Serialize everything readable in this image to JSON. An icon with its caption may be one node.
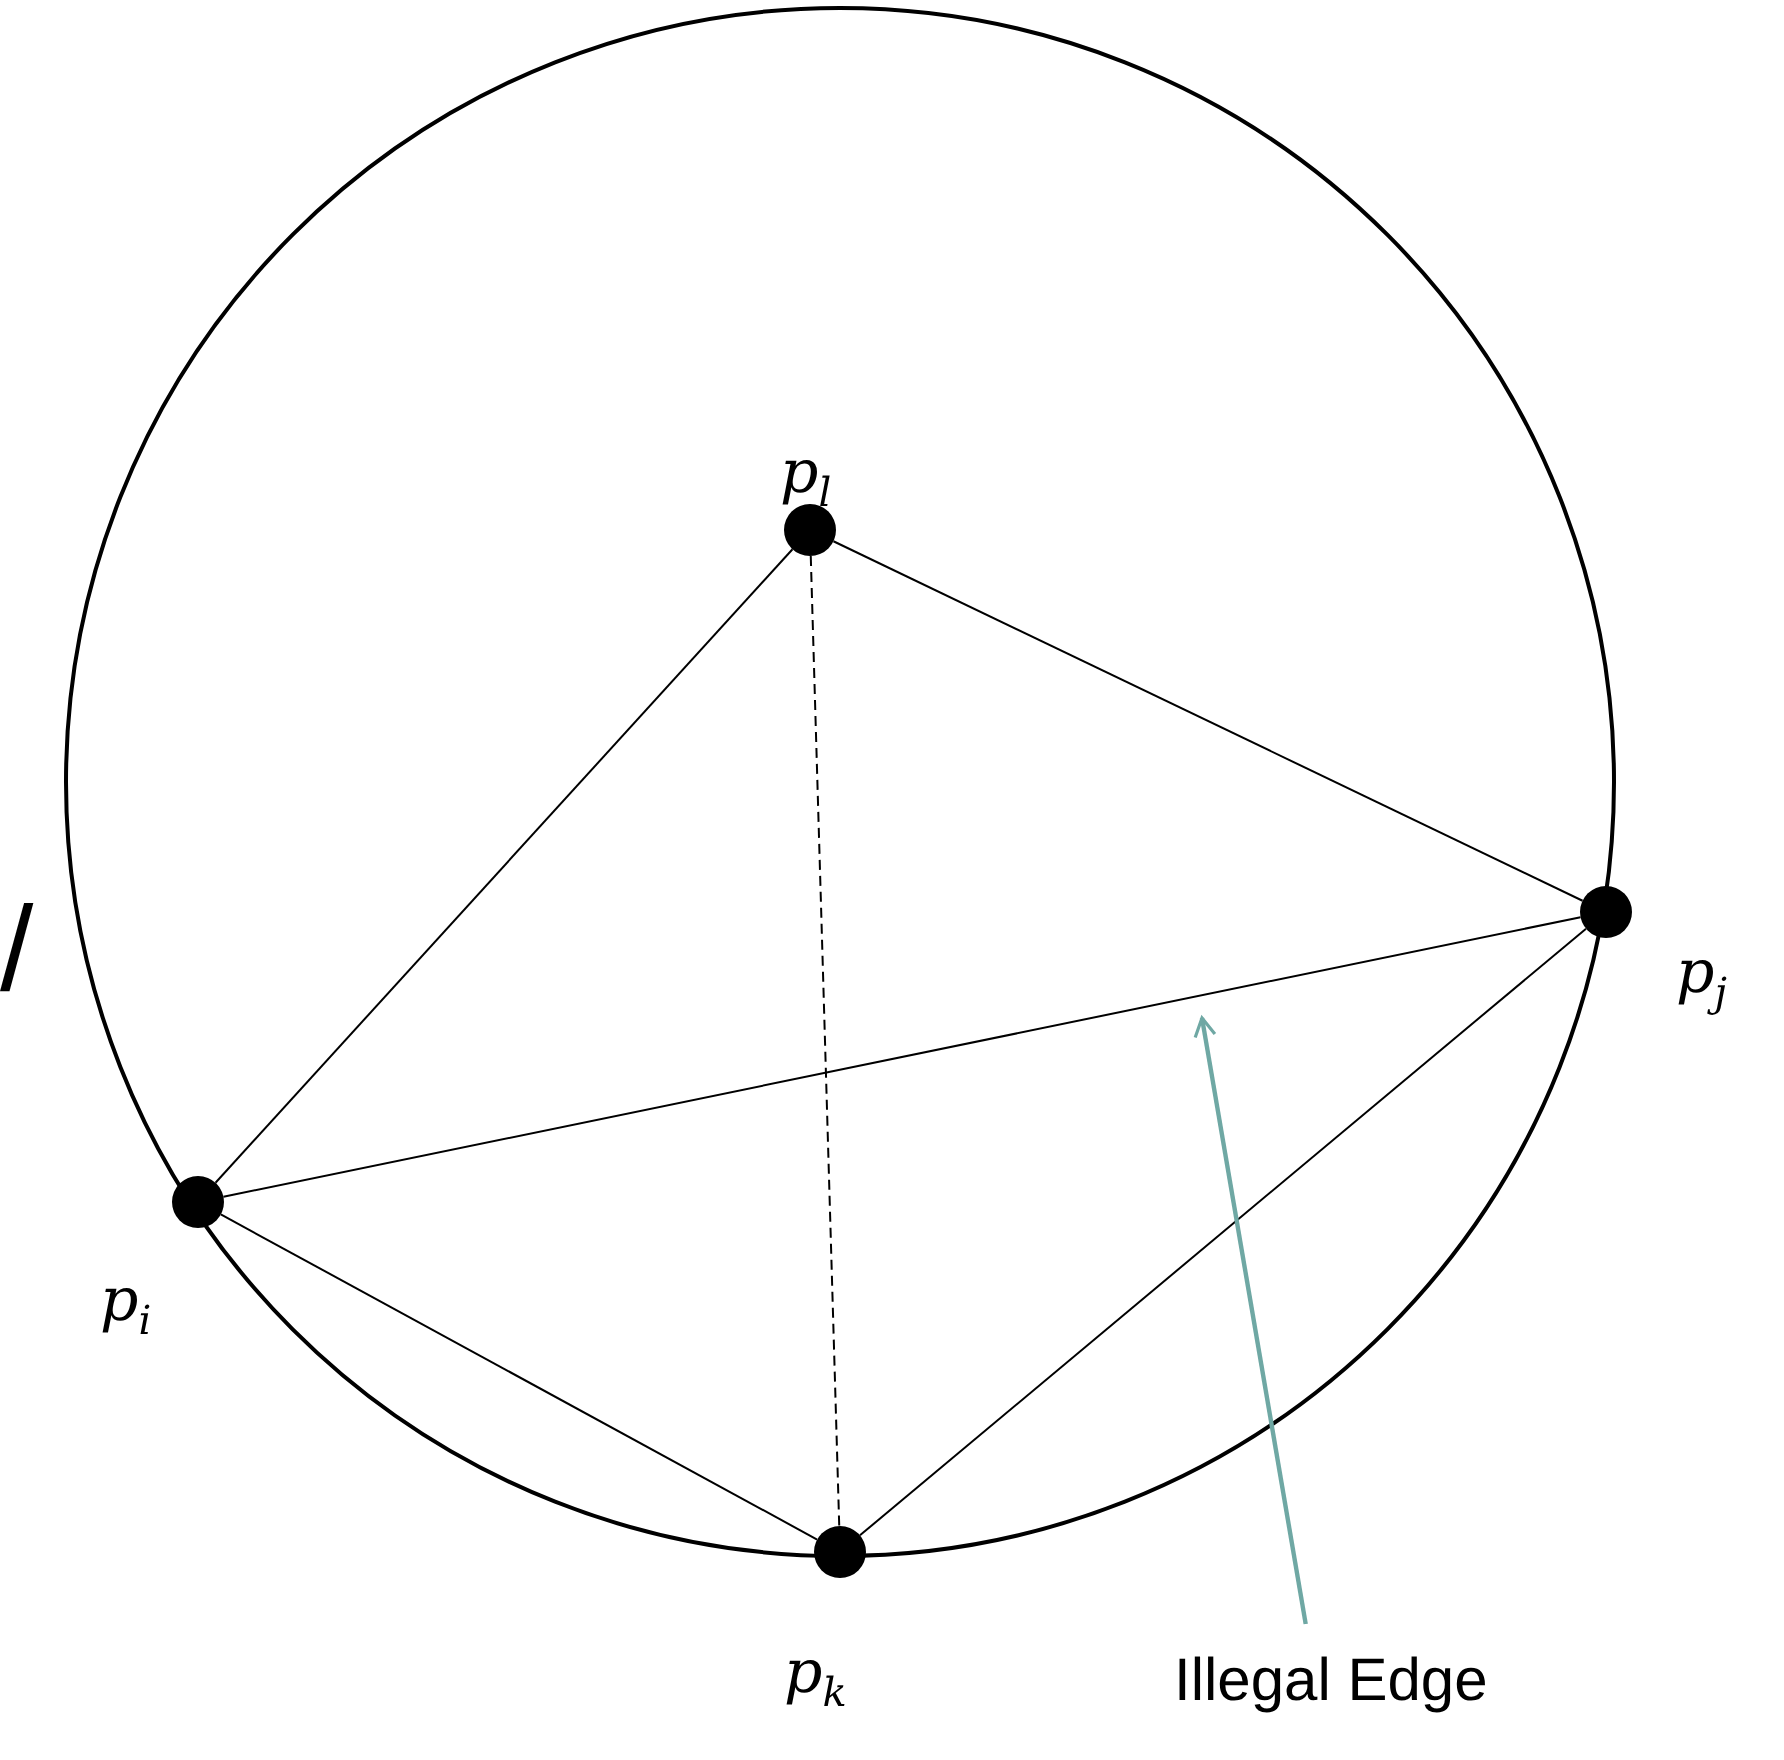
{
  "diagram": {
    "nodes": [
      {
        "text": [],
        "shape": "circle",
        "beside": [
          "p$_{l}$"
        ]
      },
      {
        "text": [],
        "shape": "circle",
        "beside": [
          "p$_{j}$"
        ]
      },
      {
        "text": [],
        "shape": "circle",
        "beside": [
          "p$_{i}$"
        ]
      },
      {
        "text": [],
        "shape": "circle",
        "beside": [
          "p$_{k}$"
        ]
      },
      {
        "text": [
          "Illegal Edge"
        ]
      }
    ],
    "edges": [
      {
        "from": 0,
        "to": 1,
        "arrow": "none"
      },
      {
        "from": 0,
        "to": 2,
        "arrow": "none"
      },
      {
        "from": 0,
        "to": 3,
        "arrow": "none",
        "style": "dashed"
      },
      {
        "from": 2,
        "to": 1,
        "arrow": "none"
      },
      {
        "from": 2,
        "to": 3,
        "arrow": "none"
      },
      {
        "from": 3,
        "to": 1,
        "arrow": "none"
      },
      {
        "from": 4,
        "to": null,
        "arrow": "to",
        "color": "#6fa8a4"
      }
    ],
    "labels": [
      "/"
    ]
  }
}
